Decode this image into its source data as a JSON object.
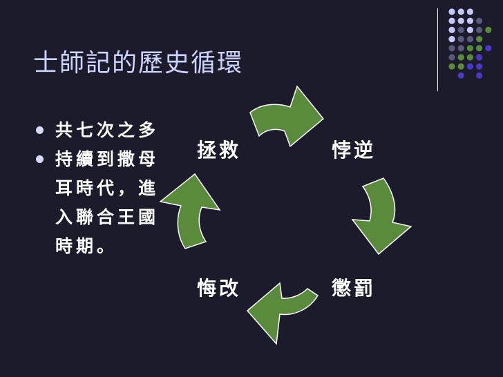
{
  "slide": {
    "title": "士師記的歷史循環"
  },
  "bullets": [
    {
      "text": "共七次之多"
    },
    {
      "text": "持續到撒母耳時代，進入聯合王國時期。"
    }
  ],
  "cycle": {
    "labels": {
      "top_left": "拯救",
      "top_right": "悖逆",
      "bottom_right": "懲罰",
      "bottom_left": "悔改"
    }
  },
  "colors": {
    "background": "#1b1b2b",
    "title": "#cfd3ff",
    "arrow_fill": "#5a8a3c",
    "arrow_stroke": "#ffffff",
    "dot_light": "#c8c8ff",
    "dot_gray": "#5a5a7a",
    "dot_green": "#5a8a3c",
    "dot_purple": "#4a38c8"
  }
}
